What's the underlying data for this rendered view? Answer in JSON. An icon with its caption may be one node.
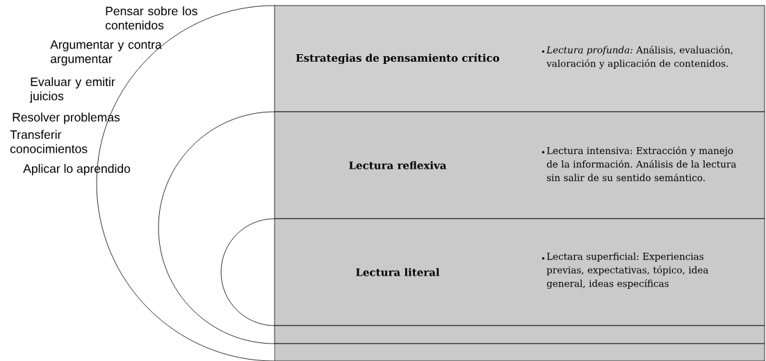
{
  "diagram": {
    "nodes": [
      {
        "text": [
          "Estrategias de pensamiento crítico",
          "*Lectura profunda:* Análisis, evaluación, valoración y aplicación de contenidos."
        ]
      },
      {
        "text": [
          "Lectura reflexiva",
          "Lectura intensiva: Extracción y manejo de la información. Análisis de la lectura sin salir de su sentido semántico."
        ]
      },
      {
        "text": [
          "Lectura literal",
          "Lectara superficial: Experiencias previas, expectativas, tópico, idea general, ideas específicas"
        ]
      },
      {
        "text": [],
        "shape": "box"
      },
      {
        "text": [],
        "shape": "box"
      }
    ],
    "labels": [
      "Pensar sobre los contenidos",
      "Argumentar y contra argumentar",
      "Evaluar y emitir juicios",
      "Resolver problemas",
      "Transferir conocimientos",
      "Aplicar lo aprendido"
    ]
  }
}
